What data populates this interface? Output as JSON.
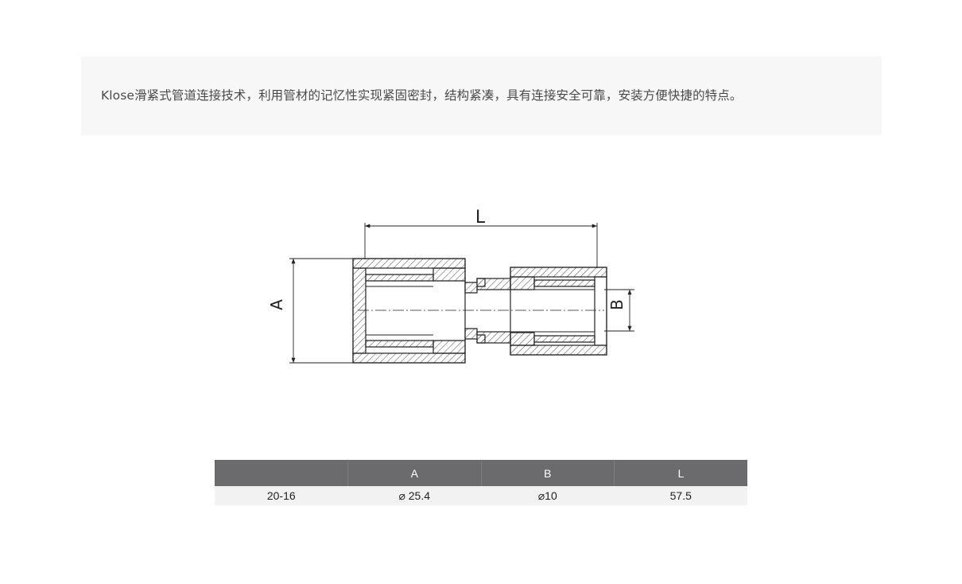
{
  "intro": {
    "text": "Klose滑紧式管道连接技术，利用管材的记忆性实现紧固密封，结构紧凑，具有连接安全可靠，安装方便快捷的特点。"
  },
  "diagram": {
    "dimension_labels": {
      "length": "L",
      "outer_diameter": "A",
      "inner_diameter": "B"
    }
  },
  "spec_table": {
    "headers": [
      "",
      "A",
      "B",
      "L"
    ],
    "rows": [
      [
        "20-16",
        "⌀ 25.4",
        "⌀10",
        "57.5"
      ]
    ]
  },
  "colors": {
    "header_bg": "#6b6b6e",
    "row_bg": "#f2f2f2",
    "intro_bg": "#f7f7f7"
  }
}
